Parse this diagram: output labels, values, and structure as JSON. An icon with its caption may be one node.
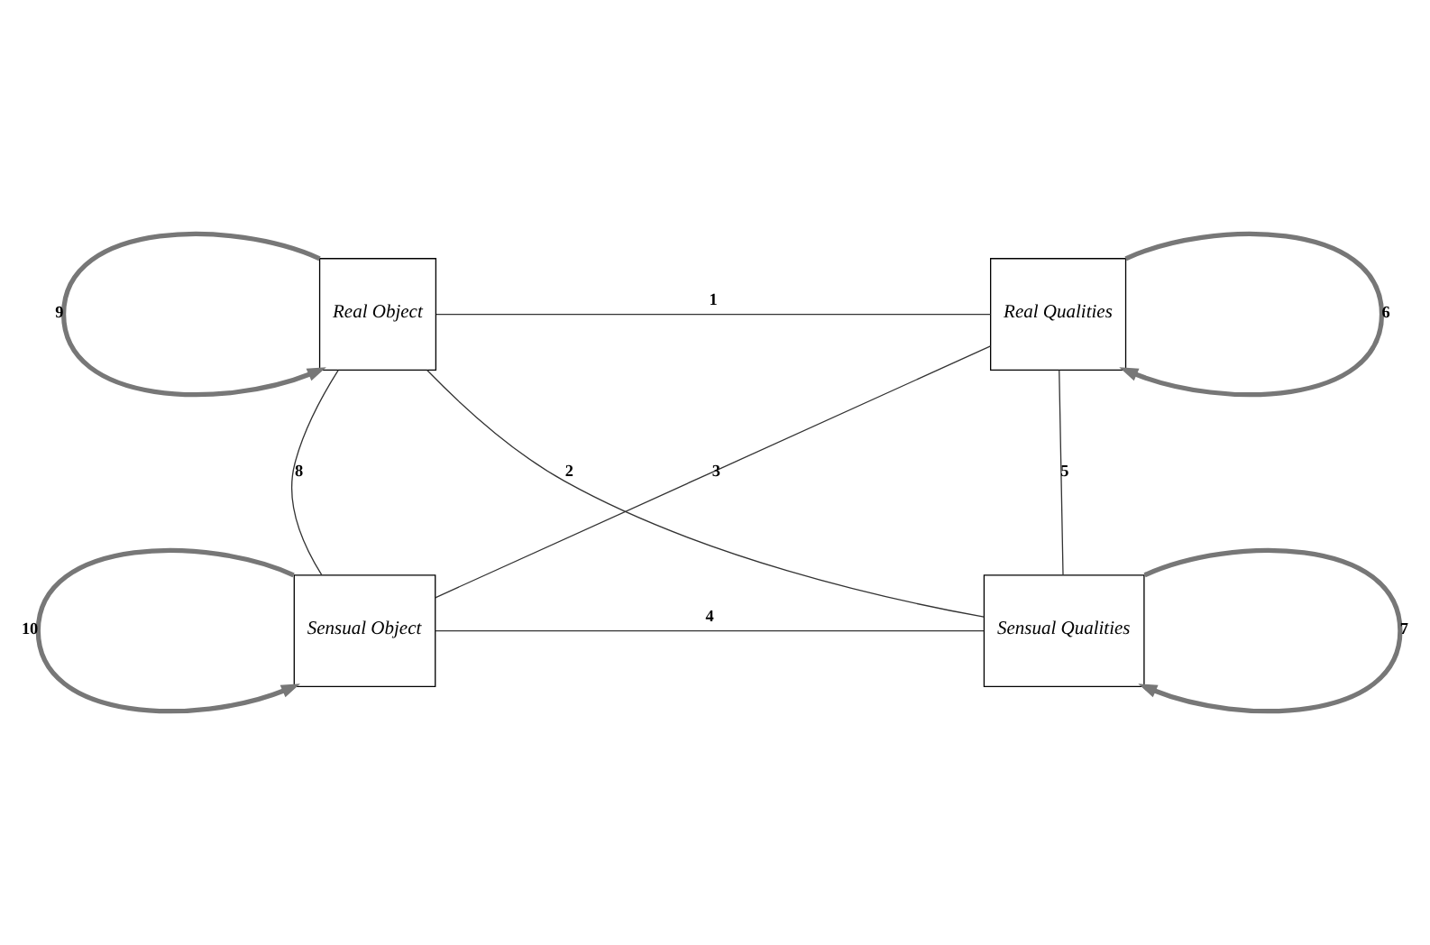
{
  "diagram": {
    "nodes": [
      {
        "text": [
          "Real Object"
        ]
      },
      {
        "text": [
          "Real Qualities"
        ]
      },
      {
        "text": [
          "Sensual Object"
        ]
      },
      {
        "text": [
          "Sensual Qualities"
        ]
      }
    ],
    "edges": [
      {
        "from": 0,
        "to": 1,
        "arrow": "none",
        "label": "1"
      },
      {
        "from": 0,
        "to": 3,
        "arrow": "none",
        "label": "2"
      },
      {
        "from": 2,
        "to": 1,
        "arrow": "none",
        "label": "3"
      },
      {
        "from": 2,
        "to": 3,
        "arrow": "none",
        "label": "4"
      },
      {
        "from": 1,
        "to": 3,
        "arrow": "none",
        "label": "5"
      },
      {
        "from": 1,
        "to": 1,
        "arrow": "to",
        "label": "6",
        "style": "thick",
        "color": "#777777"
      },
      {
        "from": 3,
        "to": 3,
        "arrow": "to",
        "label": "7",
        "style": "thick",
        "color": "#777777"
      },
      {
        "from": 0,
        "to": 2,
        "arrow": "none",
        "label": "8"
      },
      {
        "from": 0,
        "to": 0,
        "arrow": "to",
        "label": "9",
        "style": "thick",
        "color": "#777777"
      },
      {
        "from": 2,
        "to": 2,
        "arrow": "to",
        "label": "10",
        "style": "thick",
        "color": "#777777"
      }
    ]
  }
}
